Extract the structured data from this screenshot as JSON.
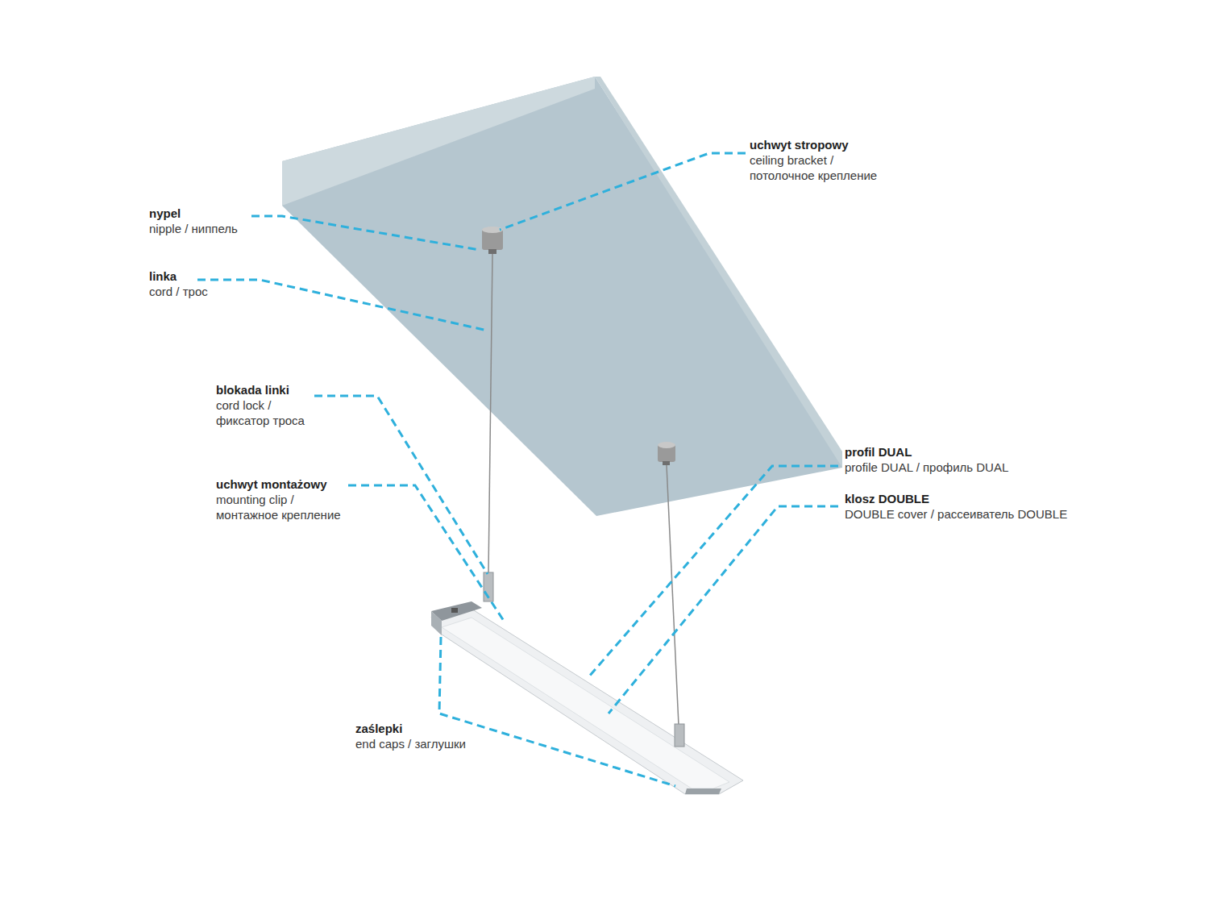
{
  "diagram": {
    "labels": [
      "uchwyt stropowy",
      "ceiling bracket / потолочное крепление",
      "nypel",
      "nipple / ниппель",
      "linka",
      "cord / трос",
      "blokada linki",
      "cord lock / фиксатор троса",
      "profil DUAL",
      "profile DUAL / профиль DUAL",
      "uchwyt montażowy",
      "mounting clip / монтажное крепление",
      "klosz DOUBLE",
      "DOUBLE cover / рассеиватель DOUBLE",
      "zaślepki",
      "end caps / заглушки"
    ]
  }
}
